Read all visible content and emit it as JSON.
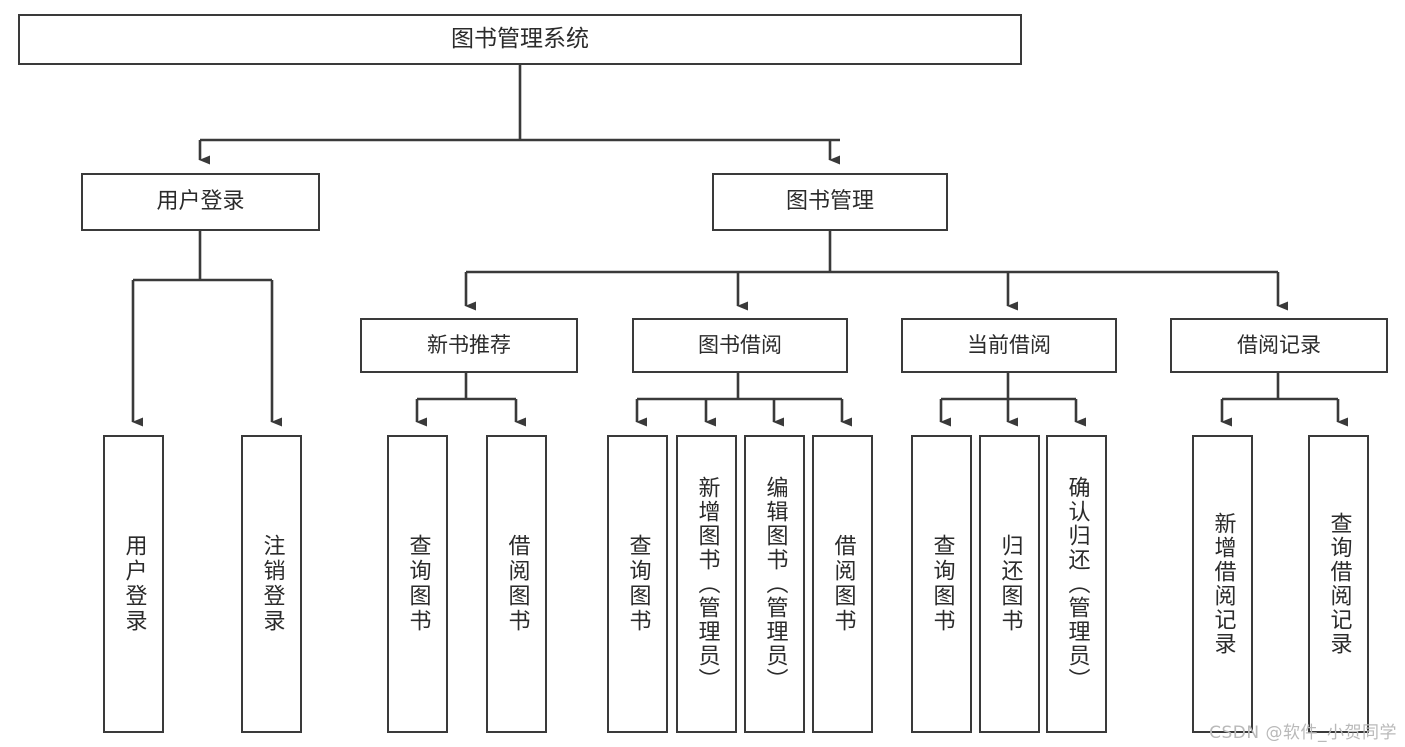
{
  "diagram": {
    "title": "图书管理系统",
    "type": "tree-hierarchy-chart",
    "watermark": "CSDN @软件_小贺同学",
    "colors": {
      "box_border": "#3a3a3a",
      "box_fill": "#ffffff",
      "connector": "#3a3a3a",
      "text": "#2b2b2b",
      "watermark": "#b9b9b9",
      "background": "#ffffff"
    },
    "root": {
      "id": "root",
      "label": "图书管理系统"
    },
    "level1": [
      {
        "id": "user-login",
        "label": "用户登录"
      },
      {
        "id": "book-management",
        "label": "图书管理"
      }
    ],
    "level2": [
      {
        "id": "new-book-recommend",
        "label": "新书推荐",
        "parent": "book-management"
      },
      {
        "id": "book-borrow",
        "label": "图书借阅",
        "parent": "book-management"
      },
      {
        "id": "current-borrow",
        "label": "当前借阅",
        "parent": "book-management"
      },
      {
        "id": "borrow-record",
        "label": "借阅记录",
        "parent": "book-management"
      }
    ],
    "leaves": [
      {
        "id": "leaf-user-login",
        "label": "用户登录",
        "parent": "user-login"
      },
      {
        "id": "leaf-logout-login",
        "label": "注销登录",
        "parent": "user-login"
      },
      {
        "id": "leaf-query-book-1",
        "label": "查询图书",
        "parent": "new-book-recommend"
      },
      {
        "id": "leaf-borrow-book-1",
        "label": "借阅图书",
        "parent": "new-book-recommend"
      },
      {
        "id": "leaf-query-book-2",
        "label": "查询图书",
        "parent": "book-borrow"
      },
      {
        "id": "leaf-add-book",
        "label": "新增图书（管理员）",
        "parent": "book-borrow"
      },
      {
        "id": "leaf-edit-book",
        "label": "编辑图书（管理员）",
        "parent": "book-borrow"
      },
      {
        "id": "leaf-borrow-book-2",
        "label": "借阅图书",
        "parent": "book-borrow"
      },
      {
        "id": "leaf-query-book-3",
        "label": "查询图书",
        "parent": "current-borrow"
      },
      {
        "id": "leaf-return-book",
        "label": "归还图书",
        "parent": "current-borrow"
      },
      {
        "id": "leaf-confirm-return",
        "label": "确认归还（管理员）",
        "parent": "current-borrow"
      },
      {
        "id": "leaf-add-record",
        "label": "新增借阅记录",
        "parent": "borrow-record"
      },
      {
        "id": "leaf-query-record",
        "label": "查询借阅记录",
        "parent": "borrow-record"
      }
    ]
  }
}
